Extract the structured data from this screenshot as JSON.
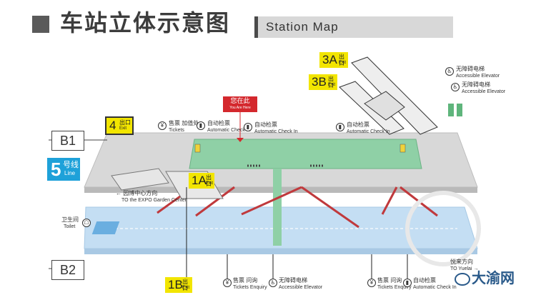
{
  "header": {
    "title_cn": "车站立体示意图",
    "title_en": "Station Map"
  },
  "levels": {
    "b1": "B1",
    "b2": "B2"
  },
  "line_badge": {
    "number": "5",
    "cn": "号线",
    "en": "Line",
    "color": "#1ea1d9"
  },
  "exits": {
    "e3a": {
      "label": "3A",
      "cn": "出口",
      "en": "Exit"
    },
    "e3b": {
      "label": "3B",
      "cn": "出口",
      "en": "Exit"
    },
    "e4": {
      "label": "4",
      "cn": "出口",
      "en": "Exit"
    },
    "e1a": {
      "label": "1A",
      "cn": "出口",
      "en": "Exit"
    },
    "e1b": {
      "label": "1B",
      "cn": "出口",
      "en": "Exit"
    }
  },
  "you_are_here": {
    "cn": "您在此",
    "en": "You Are Here",
    "color": "#d4282d"
  },
  "facilities": {
    "tickets_b1": {
      "cn": "售票 加值处",
      "en": "Tickets"
    },
    "checkin_1": {
      "cn": "自动检票",
      "en": "Automatic Check In"
    },
    "checkin_2": {
      "cn": "自动检票",
      "en": "Automatic Check In"
    },
    "checkin_3": {
      "cn": "自动检票",
      "en": "Automatic Check In"
    },
    "elevator_top_1": {
      "cn": "无障碍电梯",
      "en": "Accessible Elevator"
    },
    "elevator_top_2": {
      "cn": "无障碍电梯",
      "en": "Accessible Elevator"
    },
    "expo_direction": {
      "cn": "园博中心方向",
      "en": "TO the EXPO Garden Center"
    },
    "toilet": {
      "cn": "卫生间",
      "en": "Toilet"
    },
    "tickets_enquiry_1": {
      "cn": "售票 问询",
      "en": "Tickets Enquiry"
    },
    "elevator_b2": {
      "cn": "无障碍电梯",
      "en": "Accessible Elevator"
    },
    "tickets_enquiry_2": {
      "cn": "售票 问询",
      "en": "Tickets Enquiry"
    },
    "checkin_b2": {
      "cn": "自动检票",
      "en": "Automatic Check In"
    },
    "yuelai_direction": {
      "cn": "悦来方向",
      "en": "TO Yuelai"
    }
  },
  "watermark": {
    "brand": "大渝网"
  },
  "colors": {
    "platform_b1": "#d8d8d8",
    "concourse_green": "#8fd0a6",
    "platform_b2": "#c4def3",
    "exit_yellow": "#f2e500",
    "stair_red": "#c0393c"
  }
}
